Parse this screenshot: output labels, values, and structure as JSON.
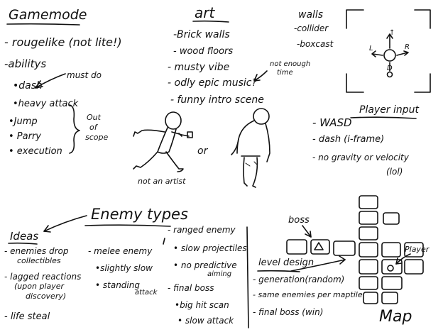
{
  "gamemode": {
    "title": "Gamemode",
    "rogue": "- rougelike (not lite!)",
    "abilities": "-abilitys",
    "must_do": "must do",
    "dash": "•dash",
    "heavy": "•heavy attack",
    "jump": "•Jump",
    "parry": "• Parry",
    "execution": "• execution",
    "out": "Out",
    "of": "of",
    "scope": "scope"
  },
  "art": {
    "title": "art",
    "brick": "-Brick walls",
    "wood": "- wood floors",
    "musty": "- musty vibe",
    "epic": "- odly epic music?",
    "intro": "- funny intro scene",
    "not_enough": "not enough",
    "time": "time",
    "or": "or",
    "not_artist": "not an artist"
  },
  "walls": {
    "title": "walls",
    "collider": "-collider",
    "boxcast": "-boxcast"
  },
  "player_input": {
    "title": "Player input",
    "wasd": "- WASD",
    "dash": "- dash (i-frame)",
    "gravity": "- no gravity or velocity",
    "lol": "(lol)",
    "labels": {
      "up": "↑",
      "down": "D",
      "left": "L",
      "right": "R"
    }
  },
  "enemy": {
    "title": "Enemy types",
    "ideas": "Ideas",
    "drop": "- enemies drop",
    "collect": "collectibles",
    "lagged": "- lagged reactions",
    "upon": "(upon player",
    "discovery": "discovery)",
    "life": "- life steal",
    "melee": "- melee enemy",
    "slow": "•slightly slow",
    "standing": "• standing",
    "attack": "attack",
    "ranged": "- ranged enemy",
    "proj": "• slow projectiles",
    "predictive": "• no predictive",
    "aiming": "aiming",
    "final": "- final boss",
    "hitscan": "•big hit scan",
    "slow_attack": "• slow attack"
  },
  "level": {
    "title": "level design",
    "generation": "- generation(random)",
    "same": "- same enemies per maptile",
    "finalboss": "- final boss (win)",
    "boss": "boss",
    "player": "Player",
    "map": "Map"
  }
}
